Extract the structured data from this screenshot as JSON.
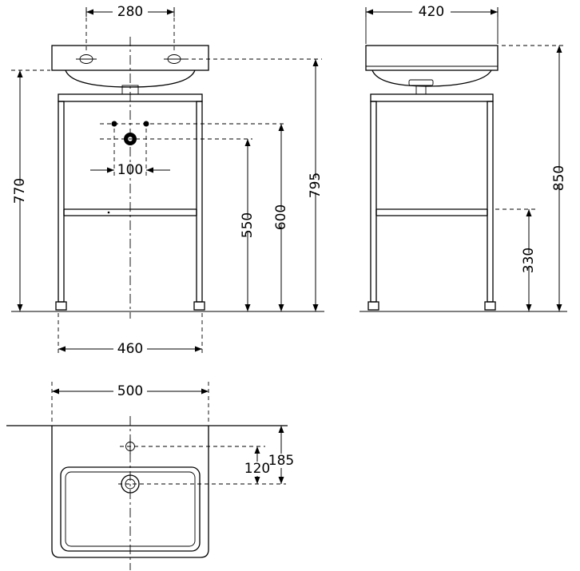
{
  "drawing": {
    "subject": "washbasin-with-stand-dimension-drawing",
    "line_color": "#000000",
    "background": "#ffffff",
    "views": {
      "front": {
        "dims": {
          "tap_hole_spacing": "280",
          "stand_height": "770",
          "fixing_hole_spacing": "100",
          "drain_height": "550",
          "fixing_hole_height": "600",
          "tap_hole_height": "795",
          "stand_width": "460",
          "basin_width": "500"
        }
      },
      "side": {
        "dims": {
          "depth": "420",
          "overall_height": "850",
          "shelf_height": "330"
        }
      },
      "plan": {
        "dims": {
          "edge_to_drain": "185",
          "tap_to_drain": "120"
        }
      }
    }
  }
}
